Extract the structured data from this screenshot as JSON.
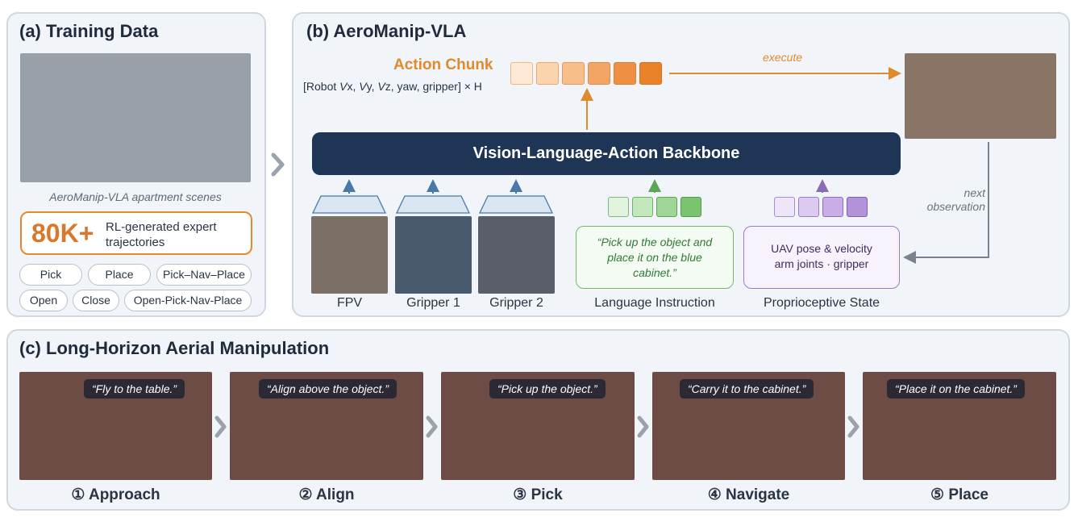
{
  "panel_a": {
    "title": "(a) Training Data",
    "image_caption": "AeroManip-VLA apartment scenes",
    "stat_value": "80K+",
    "stat_text_line1": "RL-generated expert",
    "stat_text_line2": "trajectories",
    "tasks": [
      "Pick",
      "Place",
      "Pick–Nav–Place",
      "Open",
      "Close",
      "Open-Pick-Nav-Place"
    ]
  },
  "panel_b": {
    "title": "(b) AeroManip-VLA",
    "action_chunk_title": "Action Chunk",
    "action_chunk_desc": "[Robot Vx, Vy, Vz, yaw, gripper] × H",
    "execute_label": "execute",
    "backbone_label": "Vision-Language-Action Backbone",
    "next_obs_line1": "next",
    "next_obs_line2": "observation",
    "views": [
      "FPV",
      "Gripper 1",
      "Gripper 2"
    ],
    "language_label": "Language Instruction",
    "language_instruction": "“Pick up the object and place it on the blue cabinet.”",
    "proprio_label": "Proprioceptive State",
    "proprio_line1": "UAV pose & velocity",
    "proprio_line2": "arm joints · gripper"
  },
  "panel_c": {
    "title": "(c) Long-Horizon Aerial Manipulation",
    "steps": [
      {
        "caption": "“Fly to the table.”",
        "label": "① Approach"
      },
      {
        "caption": "“Align above the object.”",
        "label": "② Align"
      },
      {
        "caption": "“Pick up the object.”",
        "label": "③ Pick"
      },
      {
        "caption": "“Carry it to the cabinet.”",
        "label": "④ Navigate"
      },
      {
        "caption": "“Place it on the cabinet.”",
        "label": "⑤ Place"
      }
    ]
  },
  "colors": {
    "action_orange": "#e08a2e",
    "language_green": "#6ebc6a",
    "proprio_purple": "#9c7cc6",
    "backbone_navy": "#1e3556",
    "vision_blue": "#4a78a8"
  }
}
